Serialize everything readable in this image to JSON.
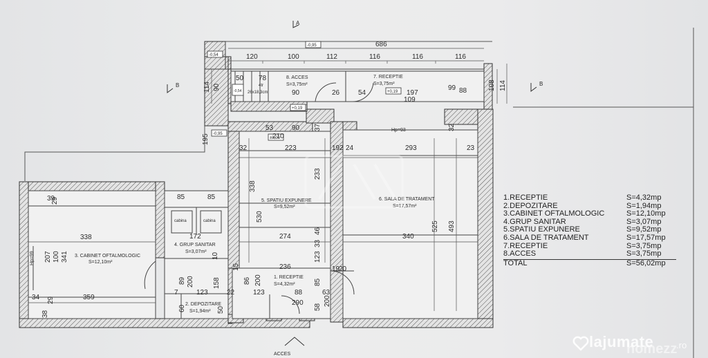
{
  "legend": {
    "rooms": [
      {
        "name": "1.RECEPTIE",
        "area": "S=4,32mp"
      },
      {
        "name": "2.DEPOZITARE",
        "area": "S=1,94mp"
      },
      {
        "name": "3.CABINET OFTALMOLOGIC",
        "area": "S=12,10mp"
      },
      {
        "name": "4.GRUP SANITAR",
        "area": "S=3,07mp"
      },
      {
        "name": "5.SPATIU EXPUNERE",
        "area": "S=9,52mp"
      },
      {
        "name": "6.SALA DE TRATAMENT",
        "area": "S=17,57mp"
      },
      {
        "name": "7.RECEPTIE",
        "area": "S=3,75mp"
      },
      {
        "name": "8.ACCES",
        "area": "S=3,75mp"
      }
    ],
    "total_label": "TOTAL",
    "total_area": "S=56,02mp"
  },
  "room_labels": {
    "receptie": {
      "name": "1. RECEPTIE",
      "area": "S=4,32m²"
    },
    "depozitare": {
      "name": "2. DEPOZITARE",
      "area": "S=1,94m²"
    },
    "cabinet": {
      "name": "3. CABINET OFTALMOLOGIC",
      "area": "S=12,10m²"
    },
    "grup_sanitar": {
      "name": "4. GRUP SANITAR",
      "area": "S=3,07m²"
    },
    "spatiu": {
      "name": "5. SPATIU EXPUNERE",
      "area": "S=9,52m²"
    },
    "sala": {
      "name": "6. SALA DE TRATAMENT",
      "area": "S=17,57m²"
    },
    "receptie7": {
      "name": "7. RECEPTIE",
      "area": "S=3,75m²"
    },
    "acces": {
      "name": "8. ACCES",
      "area": "S=3,75m²"
    },
    "cabina1": "cabina",
    "cabina2": "cabina"
  },
  "levels": {
    "l1": "-0,54",
    "l2": "-0,95",
    "l3": "-0,54",
    "l4": "+0,19",
    "l5": "+0,19",
    "l6": "±0,00",
    "l7": "-0,95"
  },
  "heights": {
    "hp1": "Hp=93",
    "hp2": "Hp=99"
  },
  "section_marks": {
    "b_left": "B",
    "b_right": "B",
    "a_top": "A"
  },
  "entrance": "ACCES",
  "stair": {
    "trepte": "4tr",
    "size": "26x18,3cm"
  },
  "dimensions": {
    "top_total": "686",
    "top_segments": [
      "120",
      "100",
      "112",
      "116",
      "116",
      "116"
    ],
    "acces_row": [
      "50",
      "78",
      "90",
      "26",
      "54",
      "197",
      "99",
      "88"
    ],
    "r109": "109",
    "r108": "108",
    "r114": "114",
    "l114": "114",
    "l90": "90",
    "l195": "195",
    "spatiu_top": [
      "53",
      "90",
      "37"
    ],
    "d210": "210",
    "d223": "223",
    "d32a": "32",
    "d192": "192",
    "d24": "24",
    "d293": "293",
    "d23": "23",
    "d32b": "32",
    "d338v": "338",
    "d530": "530",
    "d233": "233",
    "d274": "274",
    "d46": "46",
    "d33": "33",
    "d123a": "123",
    "d236": "236",
    "d86": "86",
    "d200a": "200",
    "d85v": "85",
    "d15": "15",
    "d123b": "123",
    "d22": "22",
    "d88": "88",
    "d63": "63",
    "d200b": "200",
    "d290": "290",
    "d58": "58",
    "d19": "19",
    "d20": "20",
    "d340": "340",
    "d525": "525",
    "d493": "493",
    "cab_top": [
      "85",
      "85"
    ],
    "d172": "172",
    "d10": "10",
    "d7": "7",
    "d123c": "123",
    "d158": "158",
    "d89": "89",
    "d200c": "200",
    "d60": "60",
    "d50": "50",
    "d338h": "338",
    "d359": "359",
    "d39": "39",
    "d29": "29",
    "d207": "207",
    "d100": "100",
    "d341": "341",
    "d34": "34",
    "d38": "38",
    "d29b": "29"
  },
  "watermark": {
    "brand": "lajumate",
    "suffix": ".ro",
    "second": "homezz"
  }
}
